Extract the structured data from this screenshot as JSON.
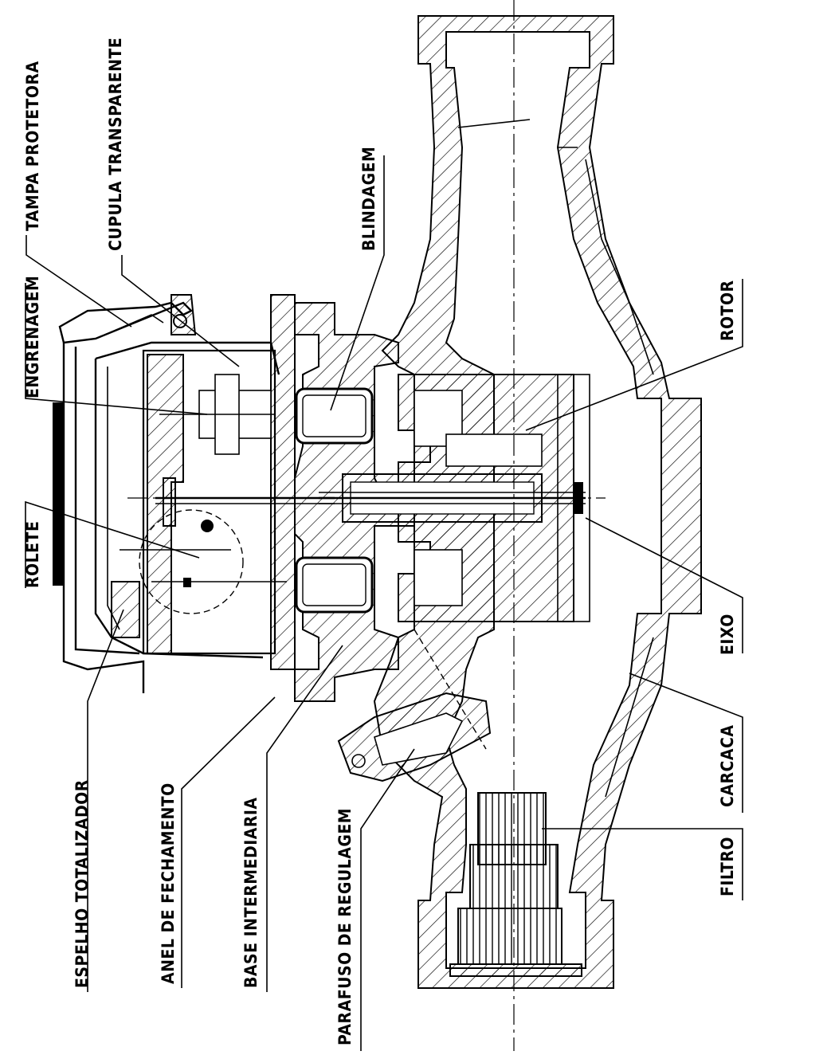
{
  "diagram": {
    "labels": {
      "tampa_protetora": "TAMPA PROTETORA",
      "cupula_transparente": "CUPULA TRANSPARENTE",
      "engrenagem": "ENGRENAGEM",
      "blindagem": "BLINDAGEM",
      "rotor": "ROTOR",
      "rolete": "ROLETE",
      "eixo": "EIXO",
      "carcaca": "CARCACA",
      "filtro": "FILTRO",
      "espelho_totalizador": "ESPELHO TOTALIZADOR",
      "anel_de_fechamento": "ANEL DE FECHAMENTO",
      "base_intermediaria": "BASE INTERMEDIARIA",
      "parafuso_de_regulagem": "PARAFUSO DE REGULAGEM"
    }
  }
}
